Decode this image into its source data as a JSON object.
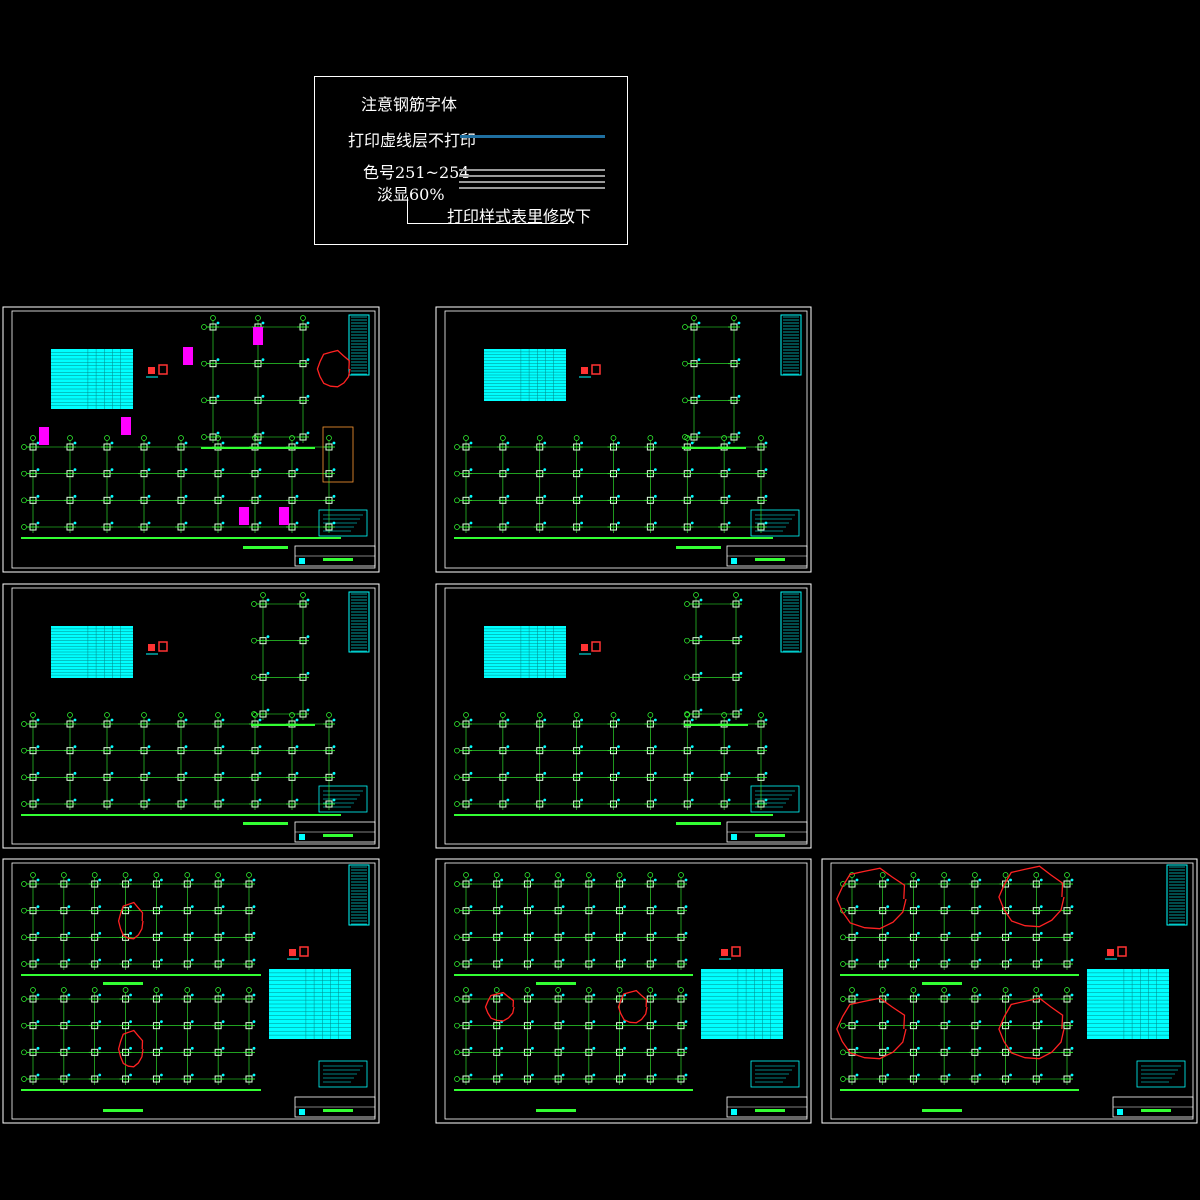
{
  "canvas": {
    "background": "#000000",
    "notes": {
      "title": "注意钢筋字体",
      "line2": "打印虚线层不打印",
      "line3": "色号251~254",
      "line4": "淡显60%",
      "line5": "打印样式表里修改下",
      "dash_line_color": "#1f6fa0",
      "gray_lines_color": "#9a9a9a"
    },
    "colors": {
      "frame": "#ffffff",
      "grid": "#33ff33",
      "table": "#00ffff",
      "highlight": "#ff00ff",
      "markup": "#ff2222",
      "column": "#e0ffe0"
    },
    "sheets": [
      {
        "id": "sheet-1",
        "variant": "full"
      },
      {
        "id": "sheet-2",
        "variant": "partial-top-right"
      },
      {
        "id": "sheet-3",
        "variant": "top-right-lower"
      },
      {
        "id": "sheet-4",
        "variant": "top-right-lower"
      },
      {
        "id": "sheet-5",
        "variant": "two-blocks",
        "clouds": 2
      },
      {
        "id": "sheet-6",
        "variant": "two-blocks",
        "clouds": 2
      },
      {
        "id": "sheet-7",
        "variant": "two-blocks",
        "clouds": 4
      }
    ]
  }
}
